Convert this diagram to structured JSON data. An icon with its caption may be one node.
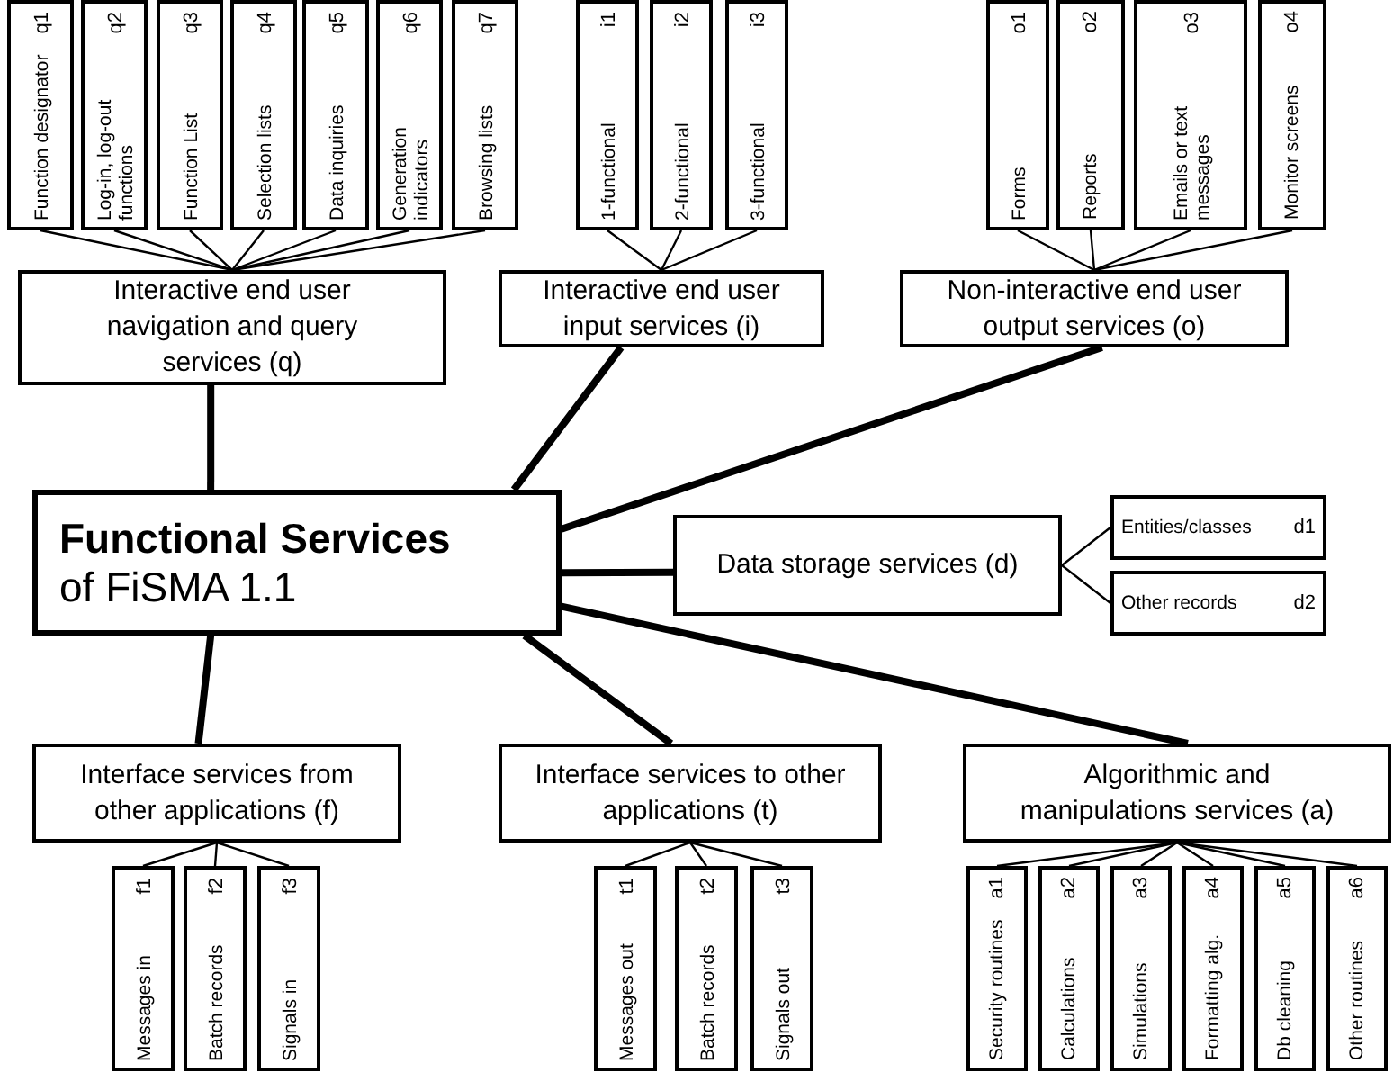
{
  "diagram": {
    "nodes": [
      {
        "text": [
          "Functional Services",
          "of FiSMA 1.1"
        ]
      },
      {
        "text": [
          "Interactive end user navigation and query services (q)"
        ]
      },
      {
        "text": [
          "Interactive end user input services (i)"
        ]
      },
      {
        "text": [
          "Non-interactive end user output services (o)"
        ]
      },
      {
        "text": [
          "Data storage services (d)"
        ]
      },
      {
        "text": [
          "Interface services from other applications (f)"
        ]
      },
      {
        "text": [
          "Interface services to other applications (t)"
        ]
      },
      {
        "text": [
          "Algorithmic and manipulations services (a)"
        ]
      },
      {
        "text": [
          "Function designator",
          "q1"
        ]
      },
      {
        "text": [
          "Log-in, log-out functions",
          "q2"
        ]
      },
      {
        "text": [
          "Function List",
          "q3"
        ]
      },
      {
        "text": [
          "Selection lists",
          "q4"
        ]
      },
      {
        "text": [
          "Data inquiries",
          "q5"
        ]
      },
      {
        "text": [
          "Generation indicators",
          "q6"
        ]
      },
      {
        "text": [
          "Browsing lists",
          "q7"
        ]
      },
      {
        "text": [
          "1-functional",
          "i1"
        ]
      },
      {
        "text": [
          "2-functional",
          "i2"
        ]
      },
      {
        "text": [
          "3-functional",
          "i3"
        ]
      },
      {
        "text": [
          "Forms",
          "o1"
        ]
      },
      {
        "text": [
          "Reports",
          "o2"
        ]
      },
      {
        "text": [
          "Emails or text messages",
          "o3"
        ]
      },
      {
        "text": [
          "Monitor screens",
          "o4"
        ]
      },
      {
        "text": [
          "Entities/classes",
          "d1"
        ]
      },
      {
        "text": [
          "Other records",
          "d2"
        ]
      },
      {
        "text": [
          "Messages in",
          "f1"
        ]
      },
      {
        "text": [
          "Batch records",
          "f2"
        ]
      },
      {
        "text": [
          "Signals in",
          "f3"
        ]
      },
      {
        "text": [
          "Messages out",
          "t1"
        ]
      },
      {
        "text": [
          "Batch records",
          "t2"
        ]
      },
      {
        "text": [
          "Signals out",
          "t3"
        ]
      },
      {
        "text": [
          "Security routines",
          "a1"
        ]
      },
      {
        "text": [
          "Calculations",
          "a2"
        ]
      },
      {
        "text": [
          "Simulations",
          "a3"
        ]
      },
      {
        "text": [
          "Formatting alg.",
          "a4"
        ]
      },
      {
        "text": [
          "Db cleaning",
          "a5"
        ]
      },
      {
        "text": [
          "Other routines",
          "a6"
        ]
      }
    ],
    "edges": [
      {
        "from": 0,
        "to": 1,
        "arrow": "none",
        "style": "thick"
      },
      {
        "from": 0,
        "to": 2,
        "arrow": "none",
        "style": "thick"
      },
      {
        "from": 0,
        "to": 3,
        "arrow": "none",
        "style": "thick"
      },
      {
        "from": 0,
        "to": 4,
        "arrow": "none",
        "style": "thick"
      },
      {
        "from": 0,
        "to": 5,
        "arrow": "none",
        "style": "thick"
      },
      {
        "from": 0,
        "to": 6,
        "arrow": "none",
        "style": "thick"
      },
      {
        "from": 0,
        "to": 7,
        "arrow": "none",
        "style": "thick"
      },
      {
        "from": 1,
        "to": 8,
        "arrow": "none"
      },
      {
        "from": 1,
        "to": 9,
        "arrow": "none"
      },
      {
        "from": 1,
        "to": 10,
        "arrow": "none"
      },
      {
        "from": 1,
        "to": 11,
        "arrow": "none"
      },
      {
        "from": 1,
        "to": 12,
        "arrow": "none"
      },
      {
        "from": 1,
        "to": 13,
        "arrow": "none"
      },
      {
        "from": 1,
        "to": 14,
        "arrow": "none"
      },
      {
        "from": 2,
        "to": 15,
        "arrow": "none"
      },
      {
        "from": 2,
        "to": 16,
        "arrow": "none"
      },
      {
        "from": 2,
        "to": 17,
        "arrow": "none"
      },
      {
        "from": 3,
        "to": 18,
        "arrow": "none"
      },
      {
        "from": 3,
        "to": 19,
        "arrow": "none"
      },
      {
        "from": 3,
        "to": 20,
        "arrow": "none"
      },
      {
        "from": 3,
        "to": 21,
        "arrow": "none"
      },
      {
        "from": 4,
        "to": 22,
        "arrow": "none"
      },
      {
        "from": 4,
        "to": 23,
        "arrow": "none"
      },
      {
        "from": 5,
        "to": 24,
        "arrow": "none"
      },
      {
        "from": 5,
        "to": 25,
        "arrow": "none"
      },
      {
        "from": 5,
        "to": 26,
        "arrow": "none"
      },
      {
        "from": 6,
        "to": 27,
        "arrow": "none"
      },
      {
        "from": 6,
        "to": 28,
        "arrow": "none"
      },
      {
        "from": 6,
        "to": 29,
        "arrow": "none"
      },
      {
        "from": 7,
        "to": 30,
        "arrow": "none"
      },
      {
        "from": 7,
        "to": 31,
        "arrow": "none"
      },
      {
        "from": 7,
        "to": 32,
        "arrow": "none"
      },
      {
        "from": 7,
        "to": 33,
        "arrow": "none"
      },
      {
        "from": 7,
        "to": 34,
        "arrow": "none"
      },
      {
        "from": 7,
        "to": 35,
        "arrow": "none"
      }
    ]
  }
}
